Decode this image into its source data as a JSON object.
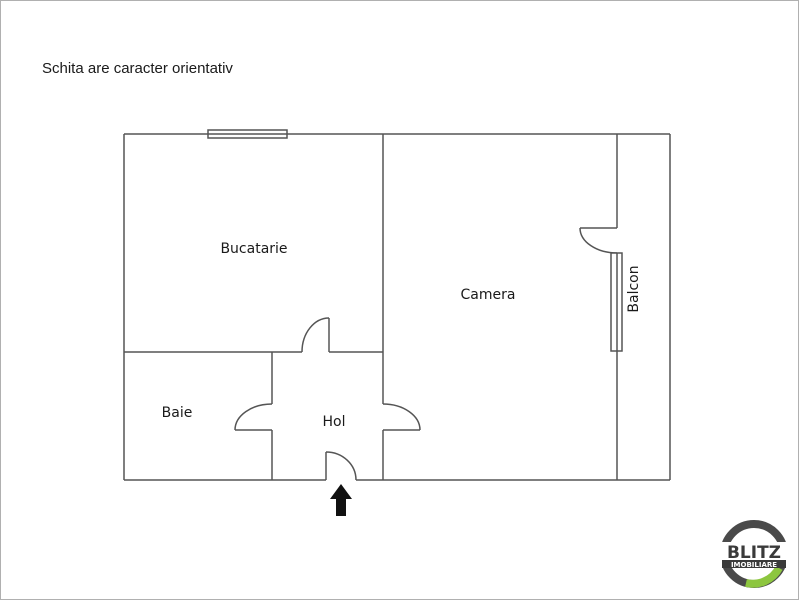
{
  "caption": "Schita are caracter orientativ",
  "rooms": {
    "bucatarie": "Bucatarie",
    "camera": "Camera",
    "balcon": "Balcon",
    "baie": "Baie",
    "hol": "Hol"
  },
  "logo": {
    "line1": "BLITZ",
    "line2": "IMOBILIARE",
    "ring_color": "#4a4a4a",
    "accent_color": "#8dc63f"
  },
  "colors": {
    "wall": "#555555",
    "arrow": "#111111"
  }
}
